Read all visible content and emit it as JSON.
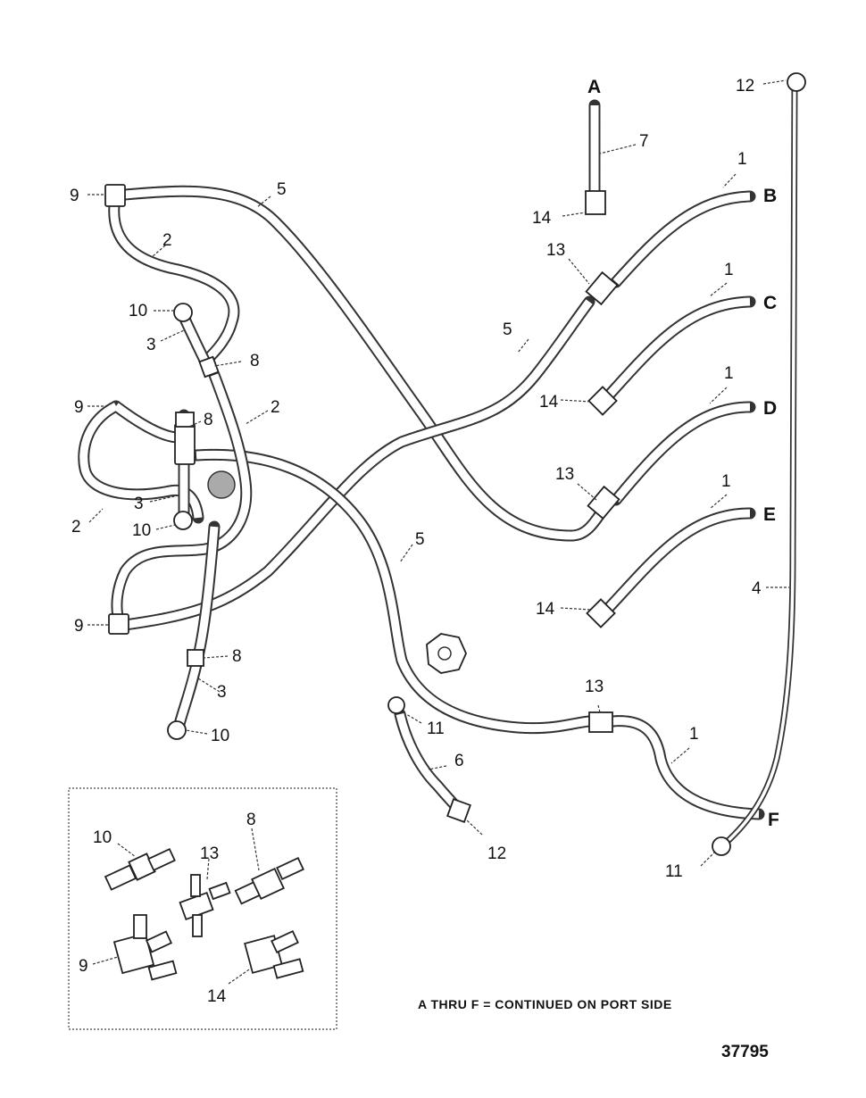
{
  "figure_number": "37795",
  "note": "A THRU F = CONTINUED ON PORT SIDE",
  "connection_letters": [
    "A",
    "B",
    "C",
    "D",
    "E",
    "F"
  ],
  "callouts": {
    "c1_b": "1",
    "c1_c": "1",
    "c1_d": "1",
    "c1_e": "1",
    "c1_f": "1",
    "c2_top": "2",
    "c2_mid": "2",
    "c2_left": "2",
    "c3_top": "3",
    "c3_mid": "3",
    "c3_bot": "3",
    "c4": "4",
    "c5_top": "5",
    "c5_mid": "5",
    "c5_low": "5",
    "c6": "6",
    "c7": "7",
    "c8_top": "8",
    "c8_mid": "8",
    "c8_bot": "8",
    "c9_top": "9",
    "c9_mid": "9",
    "c9_bot": "9",
    "c10_top": "10",
    "c10_mid": "10",
    "c10_bot": "10",
    "c11_mid": "11",
    "c11_right": "11",
    "c12_top": "12",
    "c12_bot": "12",
    "c13_top": "13",
    "c13_mid": "13",
    "c13_low": "13",
    "c14_top": "14",
    "c14_c": "14",
    "c14_e": "14"
  },
  "inset_labels": {
    "l10": "10",
    "l13": "13",
    "l8": "8",
    "l9": "9",
    "l14": "14"
  }
}
